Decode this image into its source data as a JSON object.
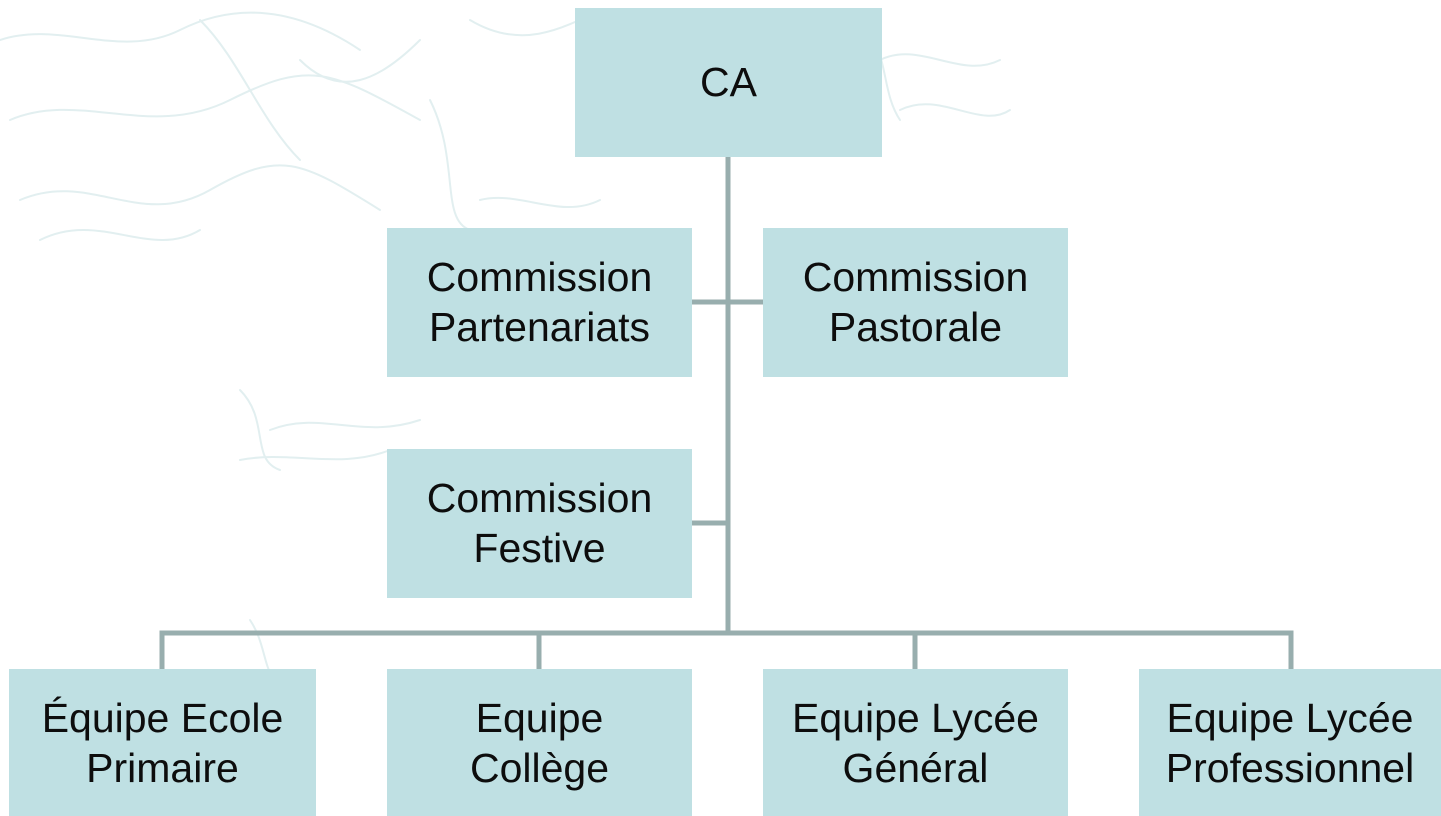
{
  "colors": {
    "box_fill": "#bfe0e3",
    "connector": "#98aeae",
    "text": "#0d0d0d",
    "background": "#ffffff",
    "watermark": "#e2eff0"
  },
  "root": {
    "label": "CA"
  },
  "commissions": [
    {
      "label": "Commission Partenariats"
    },
    {
      "label": "Commission Pastorale"
    },
    {
      "label": "Commission Festive"
    }
  ],
  "teams": [
    {
      "label": "Équipe Ecole Primaire"
    },
    {
      "label": "Equipe Collège"
    },
    {
      "label": "Equipe Lycée Général"
    },
    {
      "label": "Equipe Lycée Professionnel"
    }
  ]
}
